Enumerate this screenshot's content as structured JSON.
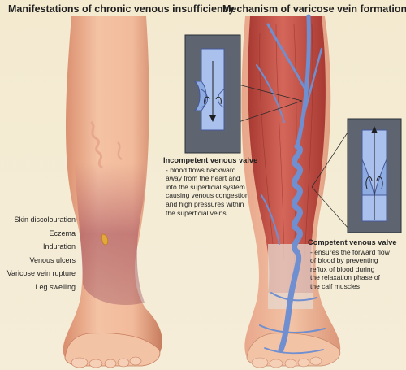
{
  "titles": {
    "left": "Manifestations of chronic venous insufficiency",
    "right": "Mechanism of varicose vein formation"
  },
  "manifestations": [
    "Skin discolouration",
    "Eczema",
    "Induration",
    "Venous ulcers",
    "Varicose vein rupture",
    "Leg swelling"
  ],
  "incompetent": {
    "heading": "Incompetent venous valve",
    "body": "- blood flows backward\naway from the heart and\ninto the superficial system\ncausing venous congestion\nand high pressures within\nthe superficial veins"
  },
  "competent": {
    "heading": "Competent venous valve",
    "body": "- ensures the forward flow\nof blood by preventing\nreflux of blood during\nthe relaxation phase of\nthe calf muscles"
  },
  "colors": {
    "skin": "#f1b99a",
    "muscle": "#c8554a",
    "vein": "#6f8fd0",
    "inset_bg": "#5e6470",
    "ulcer": "#e1a93a"
  }
}
